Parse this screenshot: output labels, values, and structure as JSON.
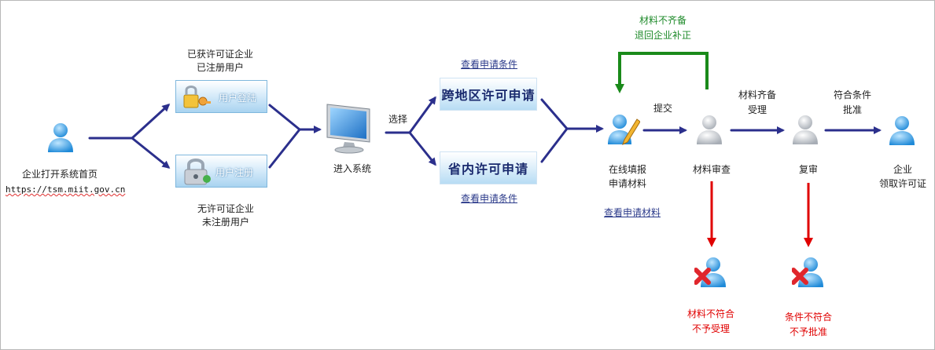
{
  "nodes": {
    "homepage": {
      "label": "企业打开系统首页",
      "url": "https://tsm.miit.gov.cn"
    },
    "licensed_registered": {
      "line1": "已获许可证企业",
      "line2": "已注册用户"
    },
    "user_login_button": "用户登陆",
    "user_register_button": "用户注册",
    "unlicensed_unregistered": {
      "line1": "无许可证企业",
      "line2": "未注册用户"
    },
    "enter_system": "进入系统",
    "choose": "选择",
    "view_conditions_top": "查看申请条件",
    "cross_region_button": "跨地区许可申请",
    "provincial_button": "省内许可申请",
    "view_conditions_bottom": "查看申请条件",
    "fill_online": {
      "line1": "在线填报",
      "line2": "申请材料"
    },
    "view_materials": "查看申请材料",
    "submit": "提交",
    "incomplete": {
      "line1": "材料不齐备",
      "line2": "退回企业补正"
    },
    "material_review": "材料审查",
    "complete_accept": {
      "line1": "材料齐备",
      "line2": "受理"
    },
    "re_review": "复审",
    "meets_approve": {
      "line1": "符合条件",
      "line2": "批准"
    },
    "get_license": {
      "line1": "企业",
      "line2": "领取许可证"
    },
    "material_reject": {
      "line1": "材料不符合",
      "line2": "不予受理"
    },
    "condition_reject": {
      "line1": "条件不符合",
      "line2": "不予批准"
    }
  },
  "colors": {
    "flow_arrow": "#2b2f8c",
    "return_arrow": "#1a8a1a",
    "reject_arrow": "#e00000",
    "link": "#2b3a8a"
  },
  "icons": [
    "user-icon",
    "key-lock-icon",
    "padlock-icon",
    "computer-icon",
    "edit-user-icon",
    "user-gray-icon",
    "reject-user-icon"
  ]
}
